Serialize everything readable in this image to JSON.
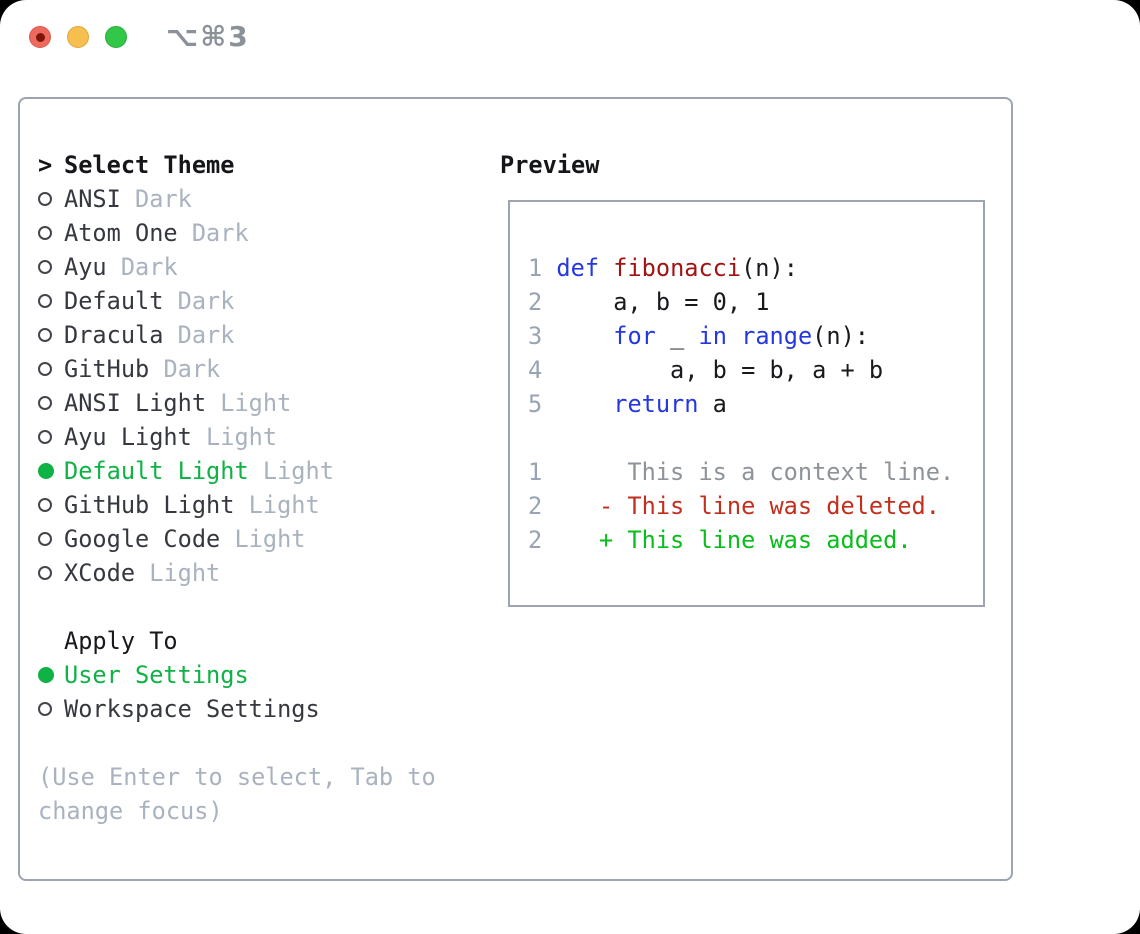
{
  "window": {
    "shortcut_label": "⌥⌘3",
    "traffic_lights": {
      "close_color": "#ee6a5e",
      "minimize_color": "#f6bf4f",
      "zoom_color": "#32c748"
    }
  },
  "colors": {
    "selection_green": "#0fb244",
    "keyword_blue": "#2537e0",
    "function_red": "#a21414",
    "deleted_red": "#c2301d",
    "added_green": "#09bd1b",
    "dim_gray": "#a9b2bf",
    "panel_border": "#9ca4b1"
  },
  "theme_panel": {
    "header": {
      "marker": ">",
      "label": "Select Theme"
    },
    "themes": [
      {
        "name": "ANSI",
        "variant": "Dark",
        "selected": false
      },
      {
        "name": "Atom One",
        "variant": "Dark",
        "selected": false
      },
      {
        "name": "Ayu",
        "variant": "Dark",
        "selected": false
      },
      {
        "name": "Default",
        "variant": "Dark",
        "selected": false
      },
      {
        "name": "Dracula",
        "variant": "Dark",
        "selected": false
      },
      {
        "name": "GitHub",
        "variant": "Dark",
        "selected": false
      },
      {
        "name": "ANSI Light",
        "variant": "Light",
        "selected": false
      },
      {
        "name": "Ayu Light",
        "variant": "Light",
        "selected": false
      },
      {
        "name": "Default Light",
        "variant": "Light",
        "selected": true
      },
      {
        "name": "GitHub Light",
        "variant": "Light",
        "selected": false
      },
      {
        "name": "Google Code",
        "variant": "Light",
        "selected": false
      },
      {
        "name": "XCode",
        "variant": "Light",
        "selected": false
      }
    ],
    "apply_to": {
      "label": "Apply To",
      "options": [
        {
          "name": "User Settings",
          "selected": true
        },
        {
          "name": "Workspace Settings",
          "selected": false
        }
      ]
    },
    "hint_lines": [
      "(Use Enter to select, Tab to",
      "change focus)"
    ]
  },
  "preview": {
    "title": "Preview",
    "lines": [
      {
        "num": "1",
        "tokens": [
          {
            "t": "def",
            "s": "kw"
          },
          {
            "t": " "
          },
          {
            "t": "fibonacci",
            "s": "fn"
          },
          {
            "t": "(n):"
          }
        ]
      },
      {
        "num": "2",
        "tokens": [
          {
            "t": "    a, b = 0, 1"
          }
        ]
      },
      {
        "num": "3",
        "tokens": [
          {
            "t": "    "
          },
          {
            "t": "for",
            "s": "kw"
          },
          {
            "t": " _ "
          },
          {
            "t": "in",
            "s": "kw"
          },
          {
            "t": " "
          },
          {
            "t": "range",
            "s": "kw"
          },
          {
            "t": "(n):"
          }
        ]
      },
      {
        "num": "4",
        "tokens": [
          {
            "t": "        a, b = b, a + b"
          }
        ]
      },
      {
        "num": "5",
        "tokens": [
          {
            "t": "    "
          },
          {
            "t": "return",
            "s": "kw"
          },
          {
            "t": " a"
          }
        ]
      },
      {
        "num": "",
        "tokens": []
      },
      {
        "num": "1",
        "tokens": [
          {
            "t": "     This is a context line.",
            "s": "ctx"
          }
        ]
      },
      {
        "num": "2",
        "tokens": [
          {
            "t": "   - This line was deleted.",
            "s": "del"
          }
        ]
      },
      {
        "num": "2",
        "tokens": [
          {
            "t": "   + This line was added.",
            "s": "add"
          }
        ]
      }
    ]
  }
}
